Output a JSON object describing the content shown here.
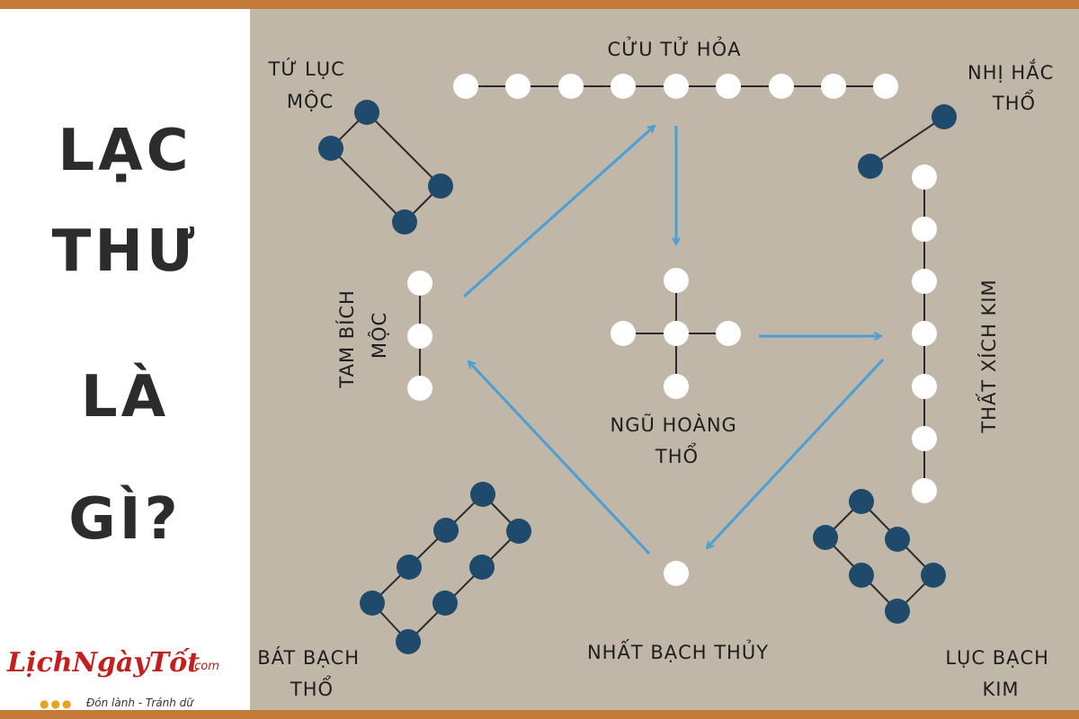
{
  "title": {
    "line1": "LẠC",
    "line2": "THƯ",
    "line3": "LÀ",
    "line4": "GÌ?"
  },
  "logo": {
    "main": "LịchNgàyTốt",
    "suffix": ".com",
    "tagline": "Đón lành - Tránh dữ"
  },
  "colors": {
    "frame": "#c47a38",
    "background": "#c0b7a8",
    "yin_dot": "#1f4a6b",
    "yang_dot": "#ffffff",
    "arrow": "#4a9fd4"
  },
  "groups": [
    {
      "id": "cuu-tu-hoa",
      "label_lines": [
        "CỬU TỬ HỎA"
      ],
      "count": 9,
      "dot": "yang"
    },
    {
      "id": "tu-luc-moc",
      "label_lines": [
        "TỨ LỤC",
        "MỘC"
      ],
      "count": 4,
      "dot": "yin"
    },
    {
      "id": "nhi-hac-tho",
      "label_lines": [
        "NHỊ HẮC",
        "THỔ"
      ],
      "count": 2,
      "dot": "yin"
    },
    {
      "id": "tam-bich-moc",
      "label_lines": [
        "TAM BÍCH",
        "MỘC"
      ],
      "count": 3,
      "dot": "yang"
    },
    {
      "id": "ngu-hoang-tho",
      "label_lines": [
        "NGŨ HOÀNG",
        "THỔ"
      ],
      "count": 5,
      "dot": "yang"
    },
    {
      "id": "that-xich-kim",
      "label_lines": [
        "THẤT XÍCH KIM"
      ],
      "count": 7,
      "dot": "yang"
    },
    {
      "id": "bat-bach-tho",
      "label_lines": [
        "BÁT BẠCH",
        "THỔ"
      ],
      "count": 8,
      "dot": "yin"
    },
    {
      "id": "nhat-bach-thuy",
      "label_lines": [
        "NHẤT BẠCH THỦY"
      ],
      "count": 1,
      "dot": "yang"
    },
    {
      "id": "luc-bach-kim",
      "label_lines": [
        "LỤC BẠCH",
        "KIM"
      ],
      "count": 6,
      "dot": "yin"
    }
  ]
}
